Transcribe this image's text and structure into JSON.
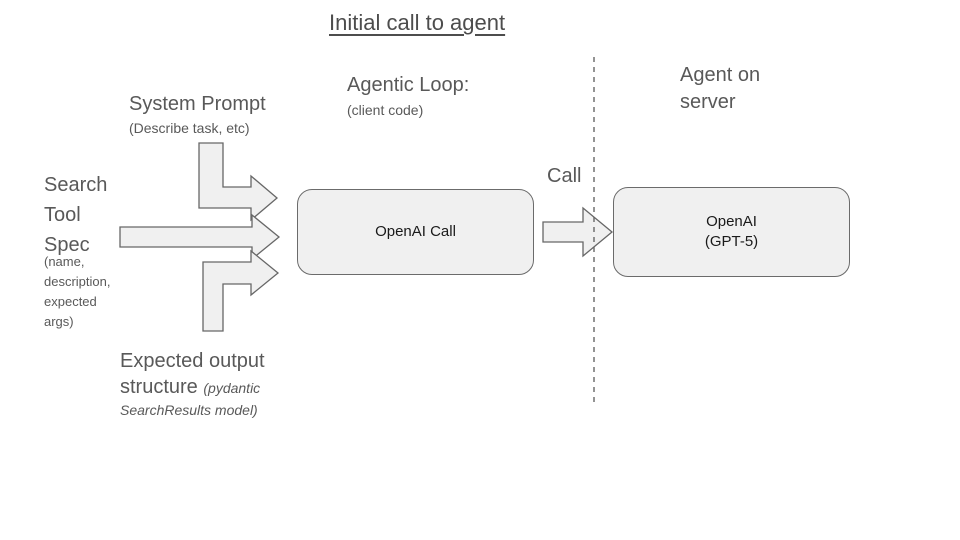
{
  "title": "Initial call to agent",
  "left_column": {
    "system_prompt": {
      "title": "System Prompt",
      "subtitle": "(Describe task, etc)"
    },
    "search_tool_spec": {
      "title_lines": [
        "Search",
        "Tool",
        "Spec"
      ],
      "detail_lines": [
        "(name,",
        "description,",
        "expected",
        "args)"
      ]
    },
    "expected_output": {
      "line1": "Expected output",
      "line2_bold": "structure",
      "line2_italic": "(pydantic",
      "line3_italic": "SearchResults model)"
    }
  },
  "middle_column": {
    "header_title": "Agentic Loop:",
    "header_subtitle": "(client code)",
    "box_label": "OpenAI Call"
  },
  "call_arrow": {
    "label": "Call"
  },
  "right_column": {
    "header_lines": [
      "Agent on",
      "server"
    ],
    "box_line1": "OpenAI",
    "box_line2": "(GPT-5)"
  },
  "style_colors": {
    "box_fill": "#f0f0f0",
    "box_stroke": "#6b6b6b",
    "arrow_fill": "#f0f0f0",
    "arrow_stroke": "#676767",
    "text": "#595959",
    "title_text": "#4d4d4d",
    "divider": "#666666"
  }
}
